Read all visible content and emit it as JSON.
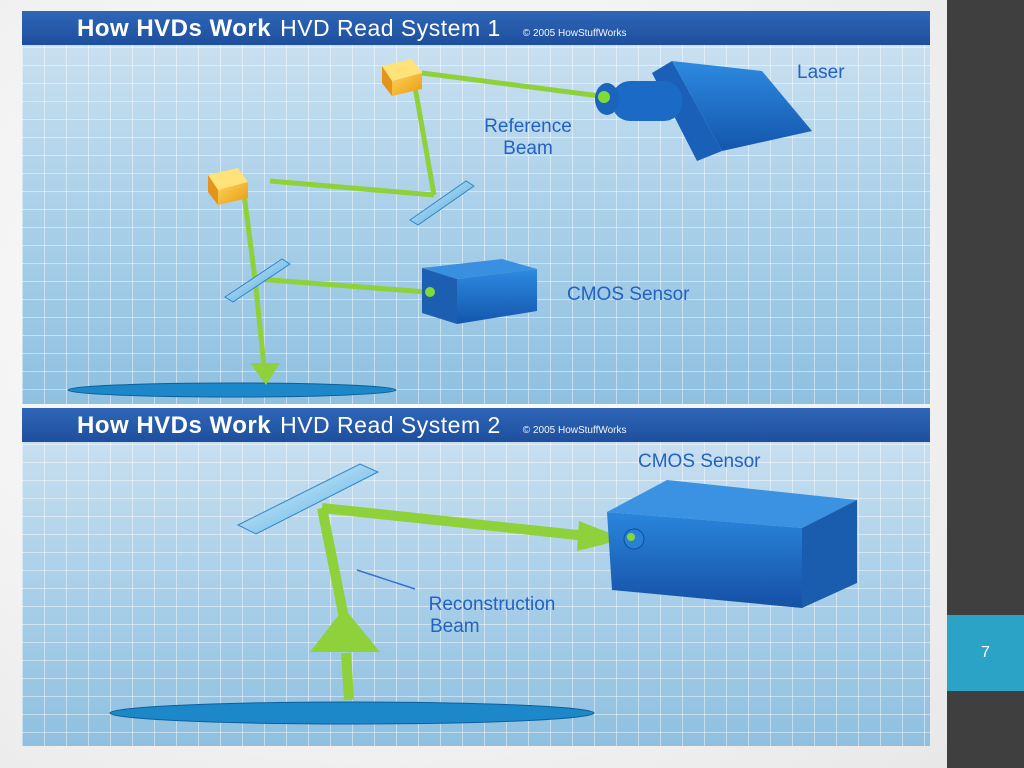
{
  "slide": {
    "page_number": "7"
  },
  "panel1": {
    "title_bold": "How HVDs  Work",
    "title_light": "HVD Read System 1",
    "copyright": "© 2005 HowStuffWorks",
    "labels": {
      "laser": "Laser",
      "reference_line1": "Reference",
      "reference_line2": "Beam",
      "cmos": "CMOS Sensor"
    }
  },
  "panel2": {
    "title_bold": "How HVDs  Work",
    "title_light": "HVD Read System 2",
    "copyright": "© 2005 HowStuffWorks",
    "labels": {
      "cmos": "CMOS Sensor",
      "reconstruction_line1": "Reconstruction",
      "reconstruction_line2": "Beam"
    }
  },
  "colors": {
    "header_bg": "#1e4f9d",
    "label_text": "#2262c2",
    "beam": "#8ed13a",
    "device_blue": "#1f74cf",
    "mirror_yellow": "#f5b62a",
    "page_box": "#2aa3c6",
    "right_bar": "#3f3f3f"
  }
}
